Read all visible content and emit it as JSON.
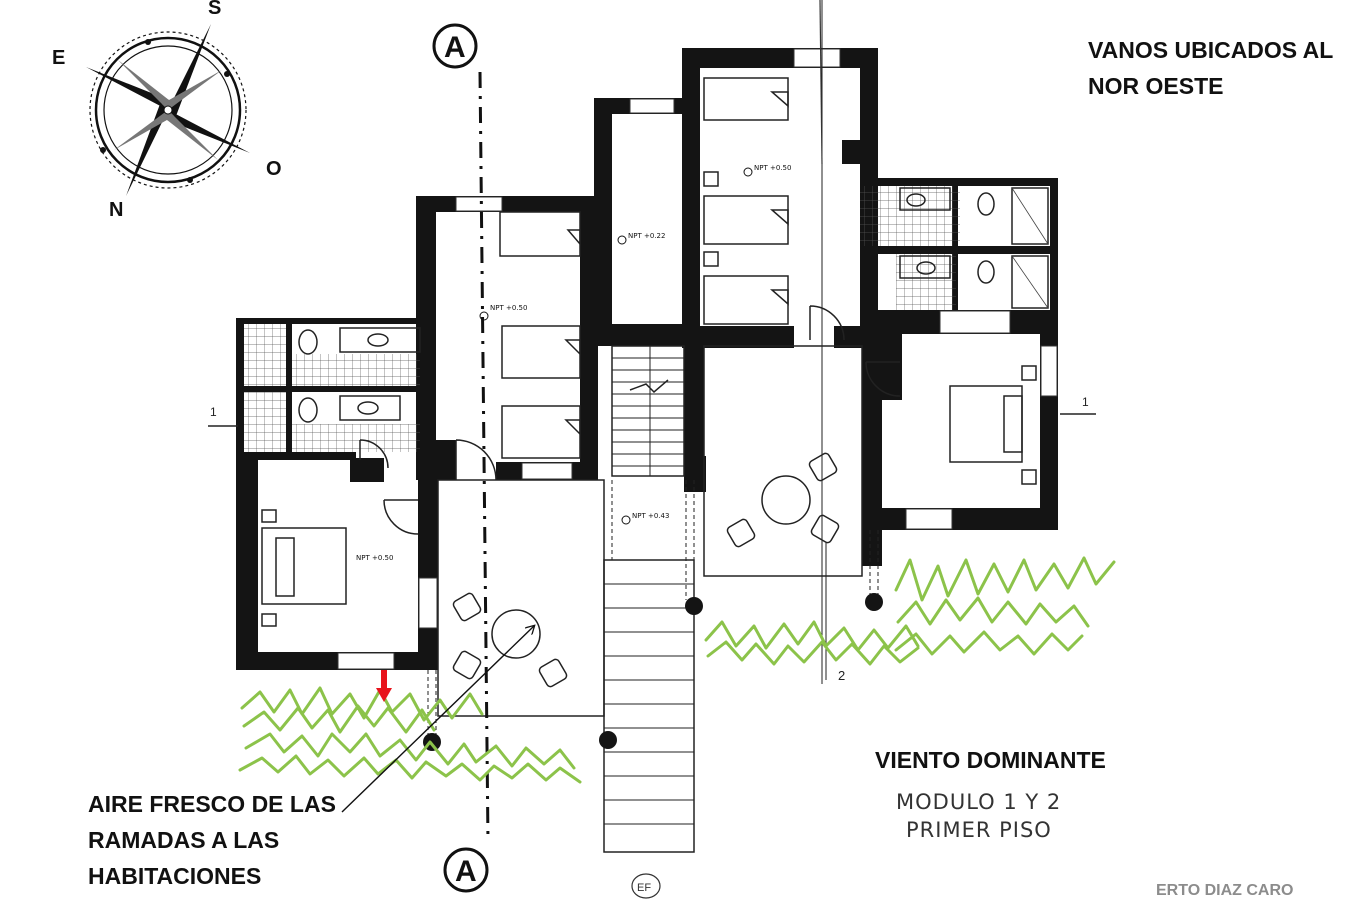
{
  "compass": {
    "north": "N",
    "south": "S",
    "east": "E",
    "west": "O"
  },
  "section_marker": "A",
  "levels": {
    "room_upper_left": "NPT +0.50",
    "stairwell": "NPT +0.22",
    "room_top_middle": "NPT +0.50",
    "room_lower_left": "NPT +0.50",
    "corridor": "NPT +0.43"
  },
  "cut_line_label": "1",
  "detail_label": "2",
  "bottom_symbol": "EF",
  "notes": {
    "vanos": [
      "VANOS UBICADOS AL",
      "NOR OESTE"
    ],
    "viento": "VIENTO DOMINANTE",
    "aire": [
      "AIRE FRESCO DE LAS",
      "RAMADAS A LAS",
      "HABITACIONES"
    ]
  },
  "plan_title": {
    "line1": "MODULO 1 Y 2",
    "line2": "PRIMER PISO"
  },
  "credit": "ERTO DIAZ CARO",
  "colors": {
    "wall": "#141414",
    "vegetation": "#8cc34a",
    "wind_arrow": "#e8141c",
    "background": "#ffffff"
  }
}
